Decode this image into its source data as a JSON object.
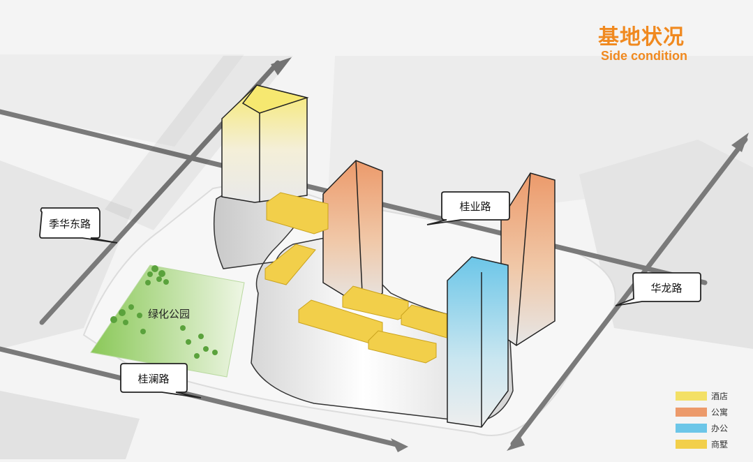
{
  "header": {
    "title_zh": "基地状况",
    "title_en": "Side condition"
  },
  "roads": {
    "jihua_east": "季华东路",
    "guiye": "桂业路",
    "hualong": "华龙路",
    "guilan": "桂澜路"
  },
  "park": {
    "label": "绿化公园"
  },
  "legend": {
    "items": [
      {
        "label": "酒店",
        "color": "#f3e066"
      },
      {
        "label": "公寓",
        "color": "#ec9a6b"
      },
      {
        "label": "办公",
        "color": "#6cc6e8"
      },
      {
        "label": "商墅",
        "color": "#f2cf4a"
      }
    ]
  },
  "colors": {
    "accent": "#f0891f",
    "road": "#7a7a7a",
    "park": "#8ac858"
  }
}
